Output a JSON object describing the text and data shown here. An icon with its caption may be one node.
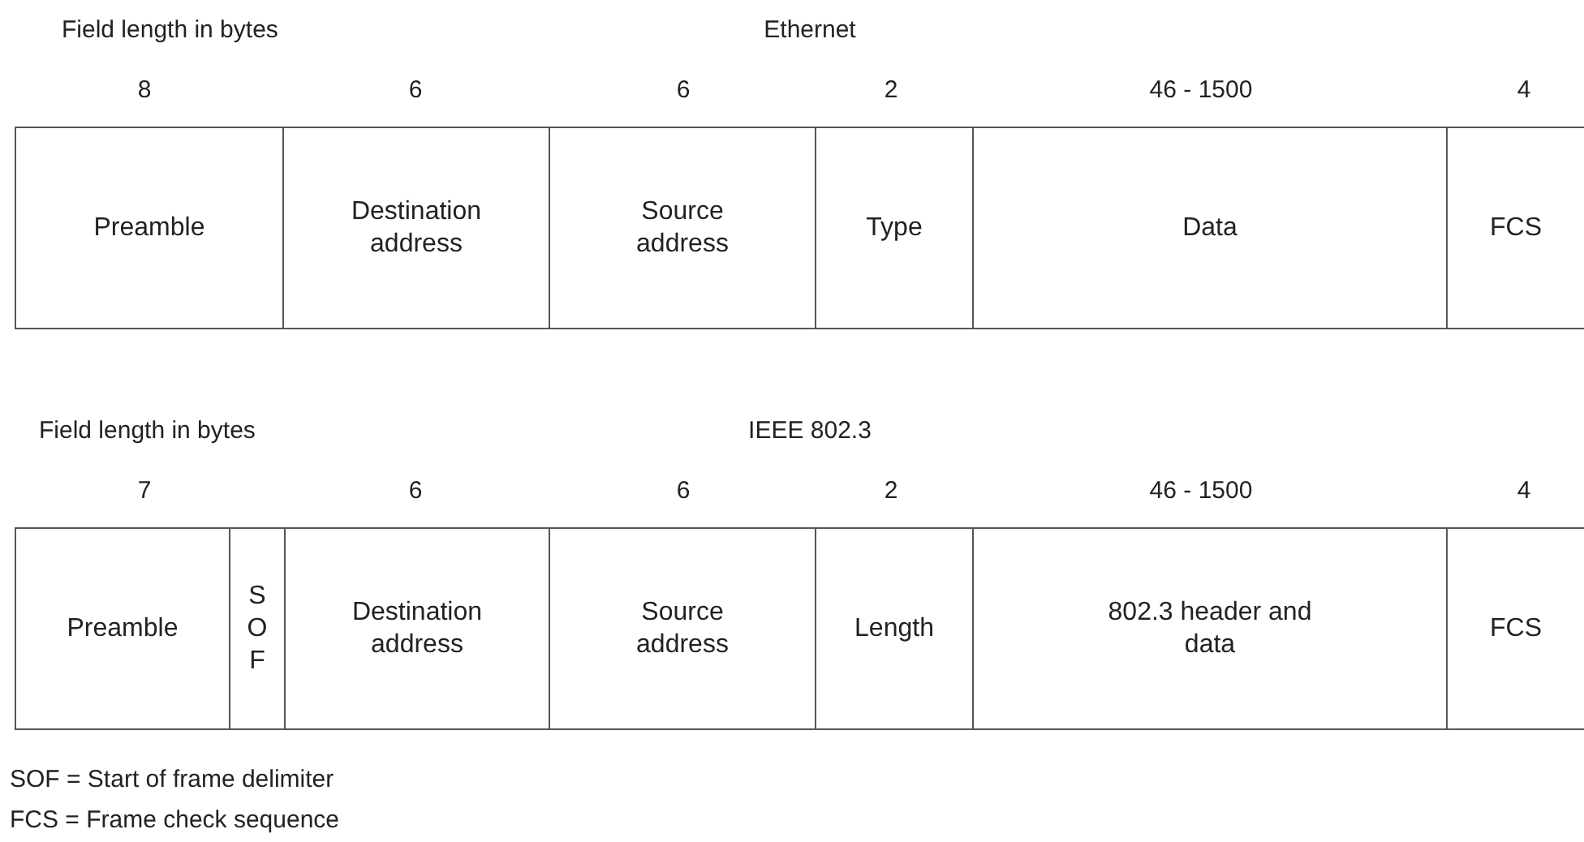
{
  "diagram": {
    "nodes": [
      {
        "text": [
          "Preamble"
        ]
      },
      {
        "text": [
          "Destination address"
        ]
      },
      {
        "text": [
          "Source address"
        ]
      },
      {
        "text": [
          "Type"
        ]
      },
      {
        "text": [
          "Data"
        ]
      },
      {
        "text": [
          "FCS"
        ]
      },
      {
        "text": [
          "Preamble"
        ]
      },
      {
        "text": [
          "SOF"
        ]
      },
      {
        "text": [
          "Destination address"
        ]
      },
      {
        "text": [
          "Source address"
        ]
      },
      {
        "text": [
          "Length"
        ]
      },
      {
        "text": [
          "802.3 header and data"
        ]
      },
      {
        "text": [
          "FCS"
        ]
      }
    ],
    "labels": [
      "Field length in bytes",
      "Ethernet",
      "8",
      "6",
      "6",
      "2",
      "46 - 1500",
      "4",
      "Field length in bytes",
      "IEEE 802.3",
      "7",
      "6",
      "6",
      "2",
      "46 - 1500",
      "4",
      "SOF = Start of frame delimiter",
      "FCS = Frame check sequence"
    ]
  }
}
